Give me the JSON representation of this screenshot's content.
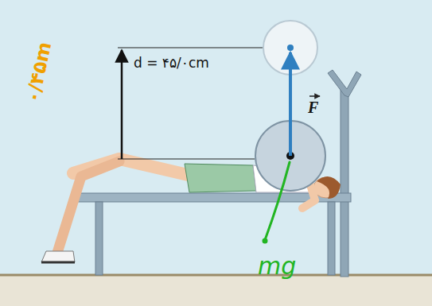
{
  "diagram": {
    "labels": [
      "۰/۴۵m",
      "d = ۴۵/۰cm",
      "F",
      "mg"
    ]
  }
}
